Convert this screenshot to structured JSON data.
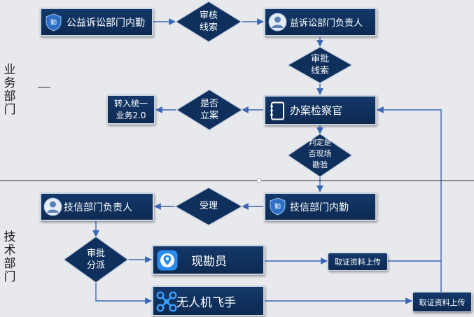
{
  "lanes": {
    "business": "业务部门",
    "tech": "技术部门"
  },
  "nodes": {
    "public_interest_staff": "公益诉讼部门内勤",
    "review_clue": "审核\n线索",
    "public_interest_head": "益诉讼部门负责人",
    "approve_clue": "审批\n线索",
    "case_prosecutor": "办案检察官",
    "file_case_q": "是否\n立案",
    "transfer_box": "转入统一\n业务2.0",
    "site_survey_q": "判定是\n否现场\n勘验",
    "tech_staff": "技信部门内勤",
    "accept": "受理",
    "tech_head": "技信部门负责人",
    "approve_dispatch": "审批\n分派",
    "surveyor": "现勘员",
    "drone_pilot": "无人机飞手",
    "evidence_upload_1": "取证资料上传",
    "evidence_upload_2": "取证资料上传"
  },
  "icons": {
    "badge": "badge-icon",
    "avatar": "avatar-icon",
    "notebook": "notebook-icon",
    "location": "location-pin-icon",
    "drone": "drone-icon"
  },
  "colors": {
    "box_fill": "#0f2f5c",
    "box_border": "#c9d3e2",
    "arrow": "#3a66b7",
    "background": "#e8e9ec",
    "lane_divider": "#2a2a2a"
  }
}
